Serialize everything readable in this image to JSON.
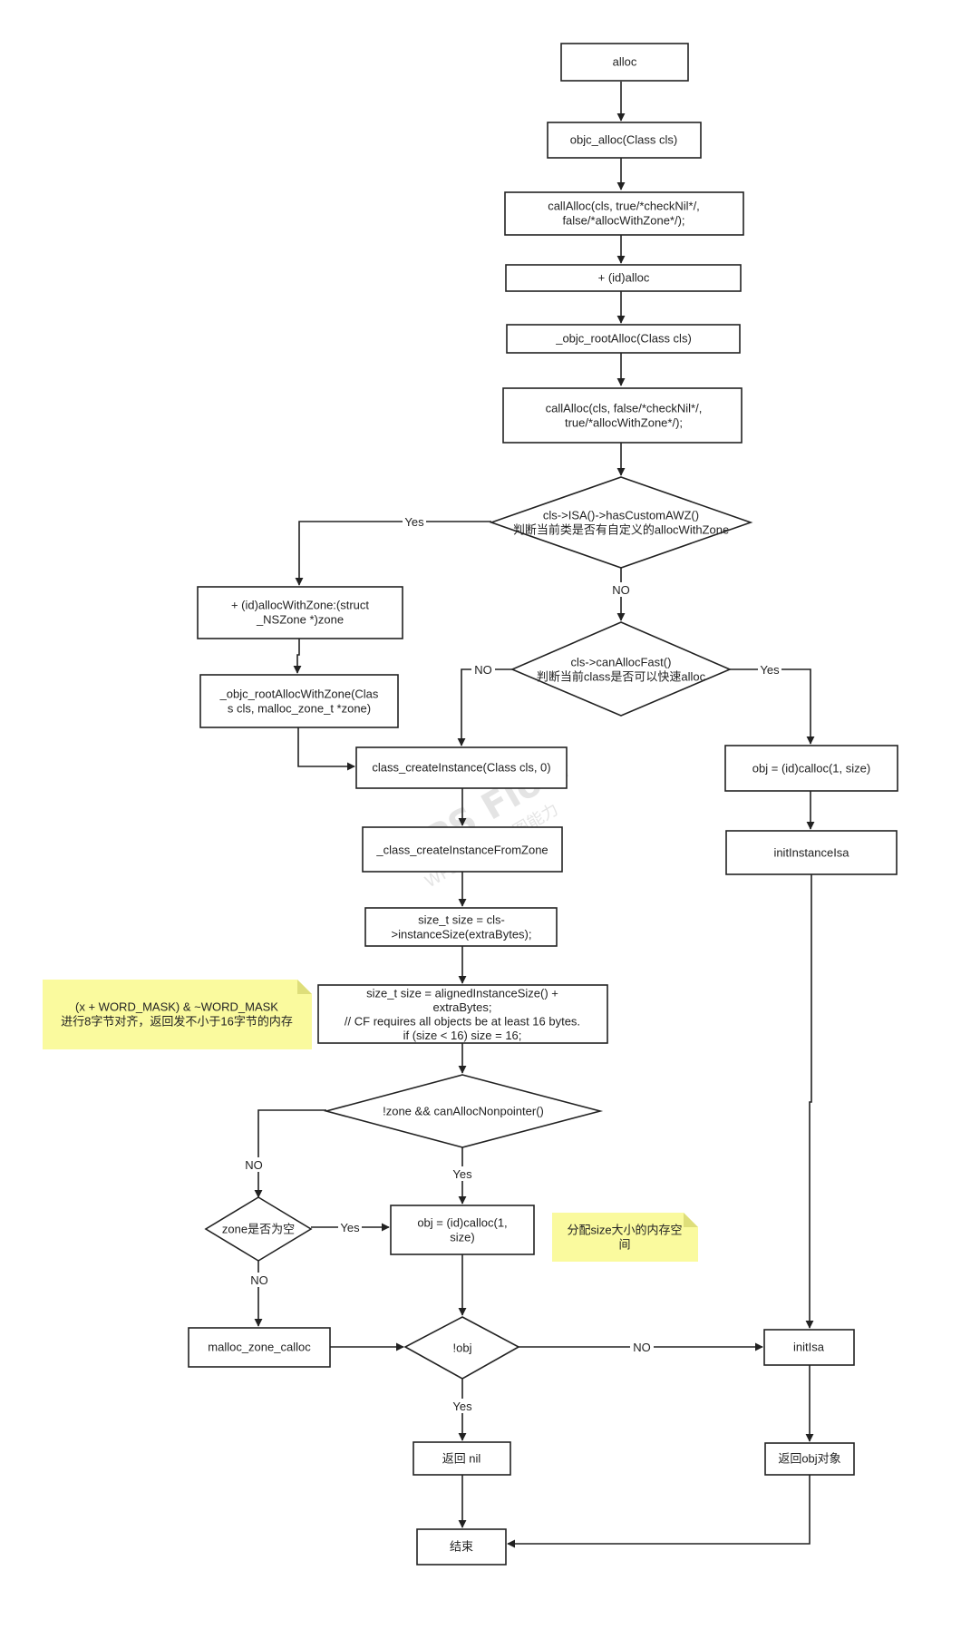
{
  "nodes": {
    "alloc": [
      "alloc"
    ],
    "objc_alloc": [
      "objc_alloc(Class cls)"
    ],
    "callAlloc1": [
      "callAlloc(cls, true/*checkNil*/,",
      "false/*allocWithZone*/);"
    ],
    "id_alloc": [
      "+ (id)alloc"
    ],
    "root_alloc": [
      "_objc_rootAlloc(Class cls)"
    ],
    "callAlloc2": [
      "callAlloc(cls, false/*checkNil*/,",
      "true/*allocWithZone*/);"
    ],
    "has_custom_awz": [
      "cls->ISA()->hasCustomAWZ()",
      "判断当前类是否有自定义的allocWithZone"
    ],
    "alloc_with_zone": [
      "+ (id)allocWithZone:(struct",
      "_NSZone *)zone"
    ],
    "root_alloc_with_zone": [
      "_objc_rootAllocWithZone(Clas",
      "s cls, malloc_zone_t *zone)"
    ],
    "can_alloc_fast": [
      "cls->canAllocFast()",
      "判断当前class是否可以快速alloc"
    ],
    "class_create_instance": [
      "class_createInstance(Class cls, 0)"
    ],
    "create_from_zone": [
      "_class_createInstanceFromZone"
    ],
    "size_t_1": [
      "size_t size = cls-",
      ">instanceSize(extraBytes);"
    ],
    "size_t_2": [
      "size_t size = alignedInstanceSize() +",
      "extraBytes;",
      "// CF requires all objects be at least 16 bytes.",
      "if (size < 16) size = 16;"
    ],
    "zone_nonpointer": [
      "!zone  &&  canAllocNonpointer()"
    ],
    "zone_null": [
      "zone是否为空"
    ],
    "obj_calloc_left": [
      "obj = (id)calloc(1,",
      "size)"
    ],
    "malloc_zone_calloc": [
      "malloc_zone_calloc"
    ],
    "not_obj": [
      "!obj"
    ],
    "return_nil": [
      "返回 nil"
    ],
    "end": [
      "结束"
    ],
    "obj_calloc_right": [
      "obj = (id)calloc(1, size)"
    ],
    "init_instance_isa": [
      "initInstanceIsa"
    ],
    "init_isa": [
      "initIsa"
    ],
    "return_obj": [
      "返回obj对象"
    ]
  },
  "notes": {
    "word_mask": [
      "(x + WORD_MASK) & ~WORD_MASK",
      "进行8字节对齐，返回发不小于16字节的内存"
    ],
    "alloc_size": [
      "分配size大小的内存空",
      "间"
    ]
  },
  "edge_labels": {
    "awz_yes": "Yes",
    "awz_no": "NO",
    "fast_no": "NO",
    "fast_yes": "Yes",
    "nonptr_no": "NO",
    "nonptr_yes": "Yes",
    "zone_yes": "Yes",
    "zone_no": "NO",
    "obj_no": "NO",
    "obj_yes": "Yes"
  },
  "watermark": {
    "line1": "WPS Flow",
    "line2": "WPS流程图作图能力"
  },
  "colors": {
    "stroke": "#222222",
    "note_fill": "#fafa9e"
  }
}
